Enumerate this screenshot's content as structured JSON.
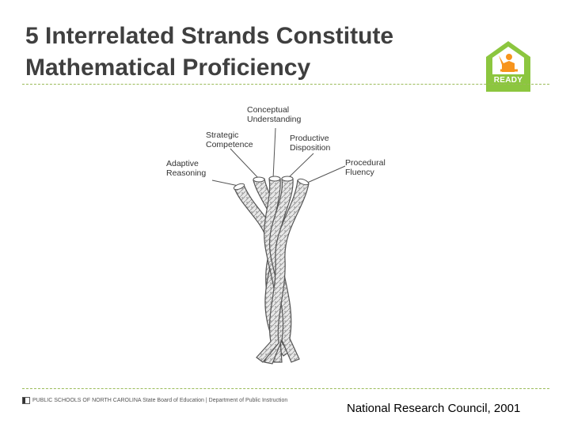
{
  "slide": {
    "title_line1": "5 Interrelated Strands Constitute",
    "title_line2": "Mathematical Proficiency",
    "logo": {
      "icon": "ready-logo-icon",
      "text": "READY",
      "color": "#8cc63f"
    },
    "figure": {
      "strands": [
        {
          "line1": "Conceptual",
          "line2": "Understanding"
        },
        {
          "line1": "Strategic",
          "line2": "Competence"
        },
        {
          "line1": "Productive",
          "line2": "Disposition"
        },
        {
          "line1": "Adaptive",
          "line2": "Reasoning"
        },
        {
          "line1": "Procedural",
          "line2": "Fluency"
        }
      ]
    },
    "footer": {
      "org_text": "PUBLIC SCHOOLS OF NORTH CAROLINA State Board of Education | Department of Public Instruction",
      "citation": "National Research Council, 2001"
    },
    "accent_color": "#9bbb59"
  }
}
